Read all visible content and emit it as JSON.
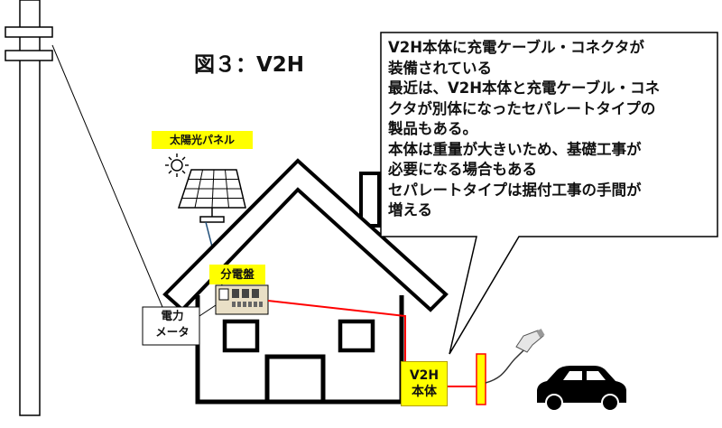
{
  "figure": {
    "title": "図３：V2H",
    "callout_lines": [
      "V2H本体に充電ケーブル・コネクタが",
      "装備されている",
      "最近は、V2H本体と充電ケーブル・コネ",
      "クタが別体になったセパレートタイプの",
      "製品もある。",
      "本体は重量が大きいため、基礎工事が",
      "必要になる場合もある",
      "セパレートタイプは据付工事の手間が",
      "増える"
    ],
    "labels": {
      "solar_panel": "太陽光パネル",
      "distribution_board": "分電盤",
      "meter_line1": "電力",
      "meter_line2": "メータ",
      "v2h_line1": "V2H",
      "v2h_line2": "本体"
    }
  },
  "colors": {
    "yellow_label": "#ffff00",
    "wire_red": "#ff0000",
    "wire_blue": "#1f4e79",
    "outline": "#000000"
  }
}
